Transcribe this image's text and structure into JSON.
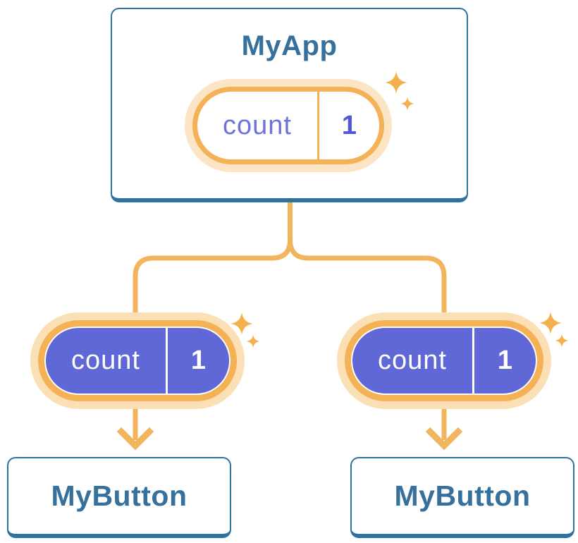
{
  "diagram": {
    "root": {
      "title": "MyApp",
      "state": {
        "name": "count",
        "value": "1"
      }
    },
    "children": [
      {
        "title": "MyButton",
        "state": {
          "name": "count",
          "value": "1"
        }
      },
      {
        "title": "MyButton",
        "state": {
          "name": "count",
          "value": "1"
        }
      }
    ],
    "colors": {
      "card_border_blue": "#2E72A2",
      "card_text_blue": "#36719E",
      "wire_orange": "#F2B45C",
      "pill_ring_orange": "#F4B156",
      "pill_halo_cream": "#FBE0B6",
      "state_purple": "#6068D8",
      "state_text_purple": "#6E72DB"
    }
  }
}
